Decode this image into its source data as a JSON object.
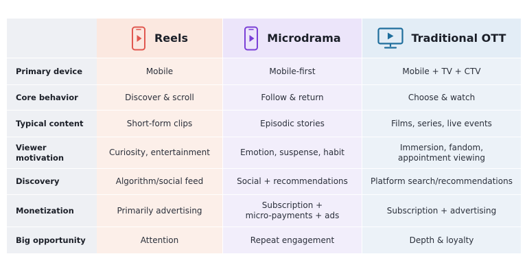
{
  "columns": [
    {
      "title": "Reels",
      "icon": "phone-play-icon",
      "accent": "#e0574f"
    },
    {
      "title": "Microdrama",
      "icon": "phone-play-icon",
      "accent": "#7a3fd6"
    },
    {
      "title": "Traditional OTT",
      "icon": "monitor-play-icon",
      "accent": "#1f6e9c"
    }
  ],
  "rows": [
    {
      "label": "Primary device",
      "values": [
        "Mobile",
        "Mobile-first",
        "Mobile + TV + CTV"
      ]
    },
    {
      "label": "Core behavior",
      "values": [
        "Discover & scroll",
        "Follow & return",
        "Choose & watch"
      ]
    },
    {
      "label": "Typical content",
      "values": [
        "Short-form clips",
        "Episodic stories",
        "Films, series, live events"
      ]
    },
    {
      "label": "Viewer motivation",
      "values": [
        "Curiosity, entertainment",
        "Emotion, suspense, habit",
        "Immersion, fandom,\nappointment viewing"
      ]
    },
    {
      "label": "Discovery",
      "values": [
        "Algorithm/social feed",
        "Social + recommendations",
        "Platform search/recommendations"
      ]
    },
    {
      "label": "Monetization",
      "values": [
        "Primarily advertising",
        "Subscription +\nmicro-payments + ads",
        "Subscription + advertising"
      ]
    },
    {
      "label": "Big opportunity",
      "values": [
        "Attention",
        "Repeat engagement",
        "Depth & loyalty"
      ]
    }
  ]
}
